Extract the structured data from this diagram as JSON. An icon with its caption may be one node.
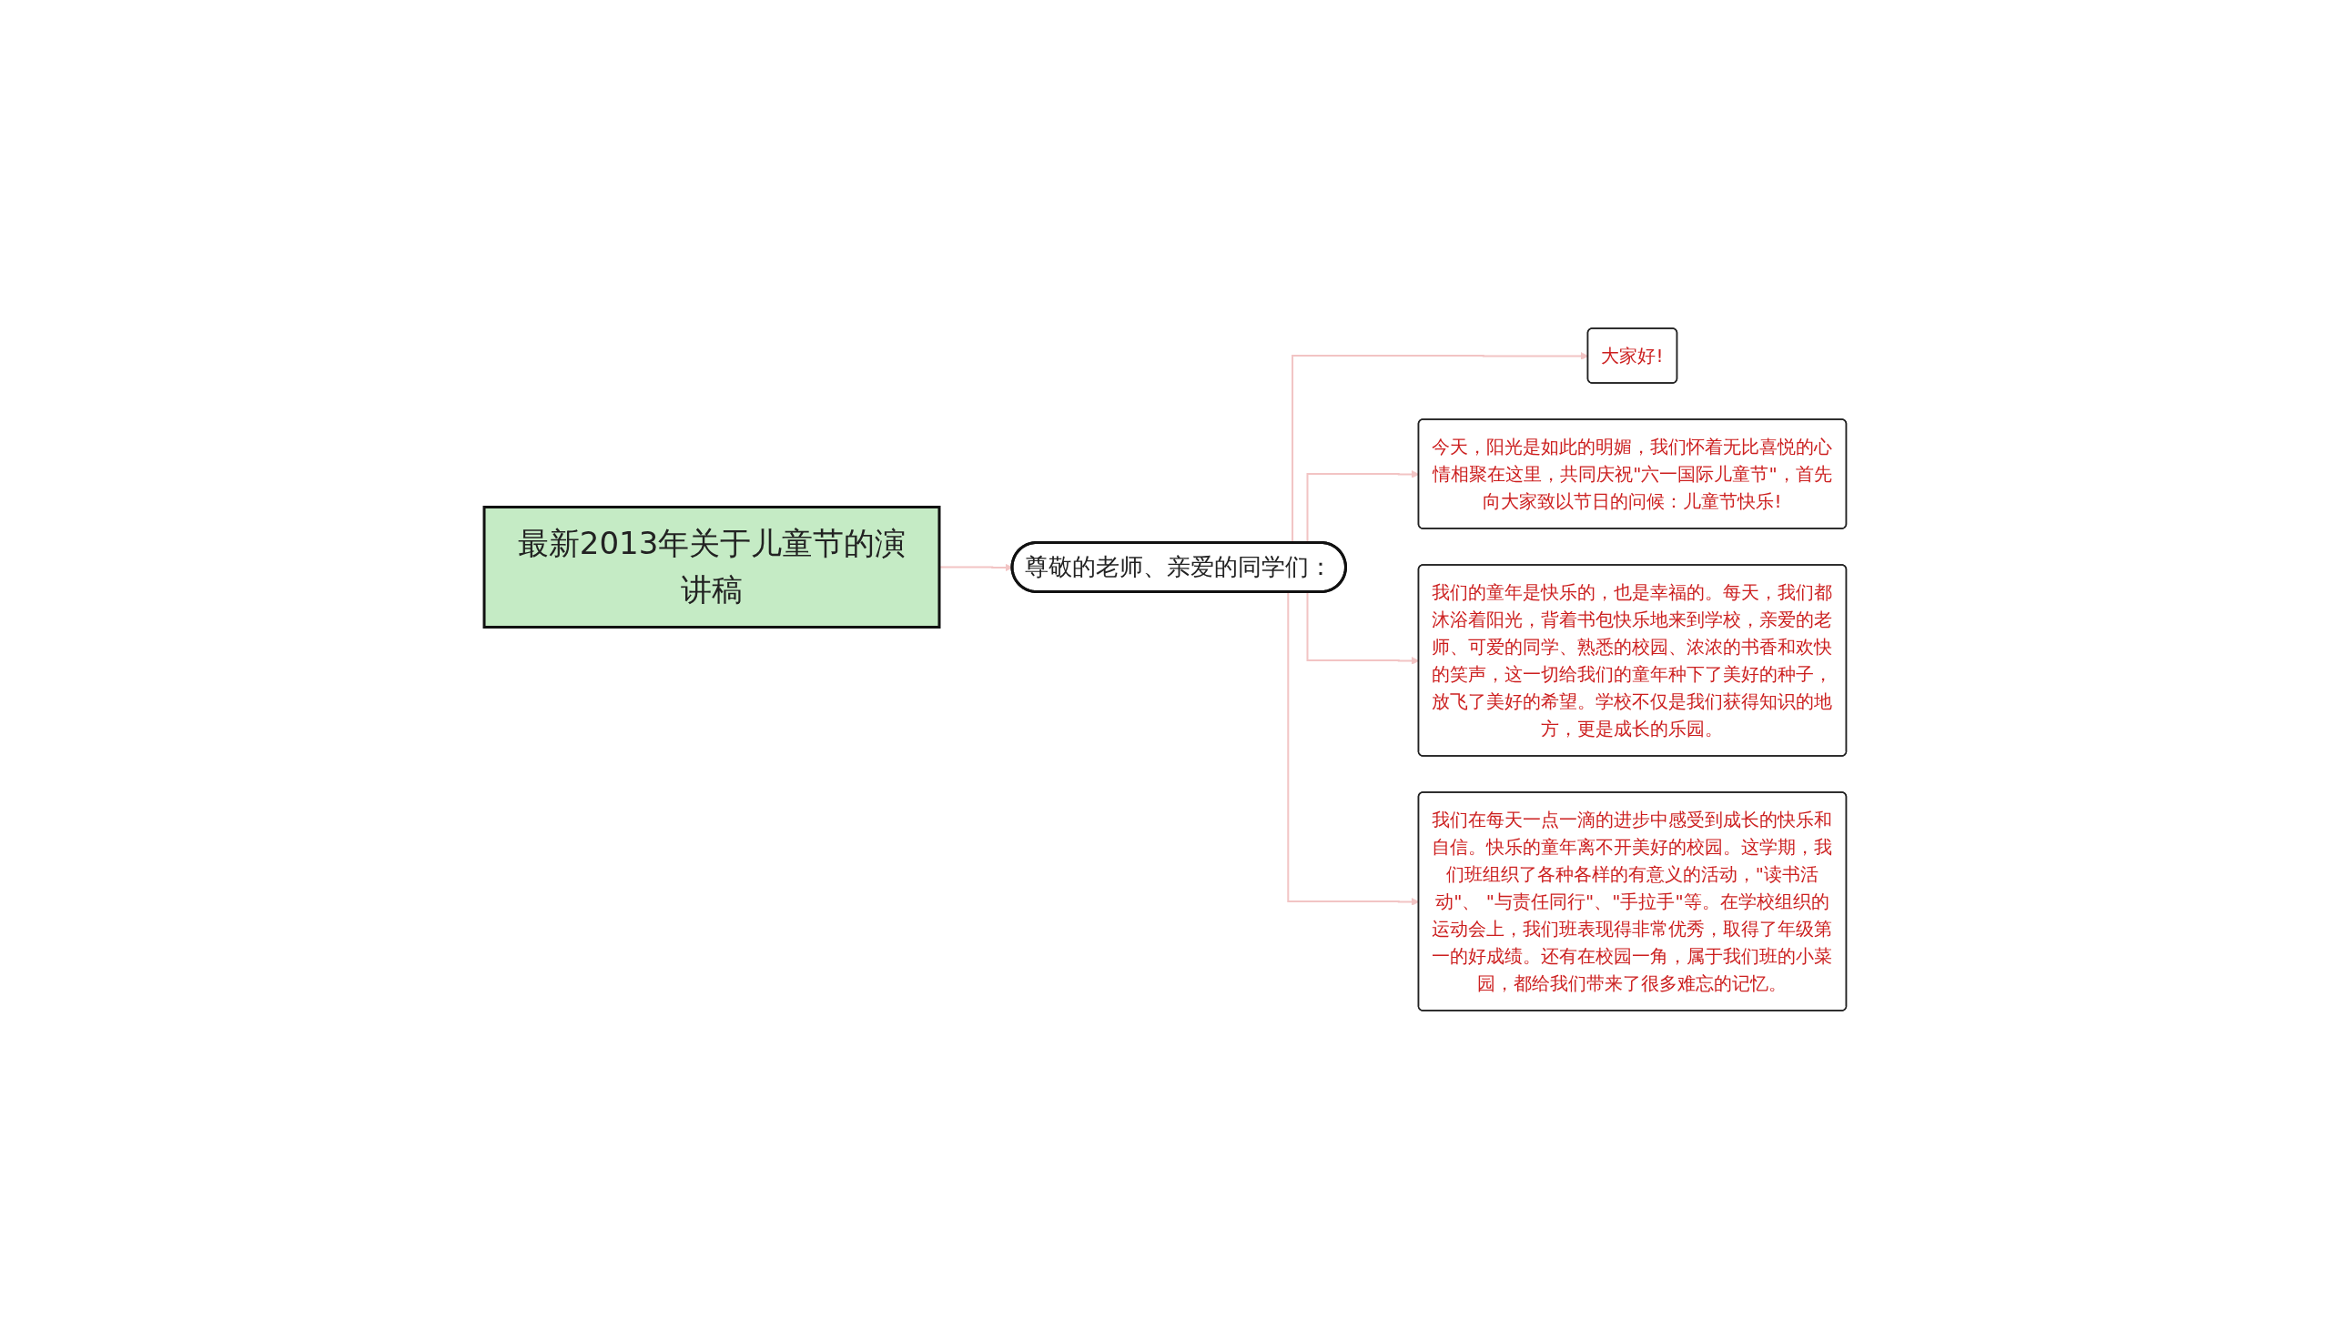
{
  "diagram": {
    "nodes": [
      {
        "text": [
          "最新2013年关于儿童节的演讲稿"
        ]
      },
      {
        "text": [
          "尊敬的老师、亲爱的同学们："
        ]
      },
      {
        "text": [
          "大家好!"
        ]
      },
      {
        "text": [
          "今天，阳光是如此的明媚，我们怀着无比喜悦的心情相聚在这里，共同庆祝\"六一国际儿童节\"，首先向大家致以节日的问候：儿童节快乐!"
        ]
      },
      {
        "text": [
          "我们的童年是快乐的，也是幸福的。每天，我们都沐浴着阳光，背着书包快乐地来到学校，亲爱的老师、可爱的同学、熟悉的校园、浓浓的书香和欢快的笑声，这一切给我们的童年种下了美好的种子，放飞了美好的希望。学校不仅是我们获得知识的地方，更是成长的乐园。"
        ]
      },
      {
        "text": [
          "我们在每天一点一滴的进步中感受到成长的快乐和自信。快乐的童年离不开美好的校园。这学期，我们班组织了各种各样的有意义的活动，\"读书活动\"、 \"与责任同行\"、\"手拉手\"等。在学校组织的运动会上，我们班表现得非常优秀，取得了年级第一的好成绩。还有在校园一角，属于我们班的小菜园，都给我们带来了很多难忘的记忆。"
        ]
      }
    ],
    "edges": [
      {
        "from": 0,
        "to": 1,
        "arrow": "to"
      },
      {
        "from": 1,
        "to": 2,
        "arrow": "to"
      },
      {
        "from": 1,
        "to": 3,
        "arrow": "to"
      },
      {
        "from": 1,
        "to": 4,
        "arrow": "to"
      },
      {
        "from": 1,
        "to": 5,
        "arrow": "to"
      }
    ]
  }
}
